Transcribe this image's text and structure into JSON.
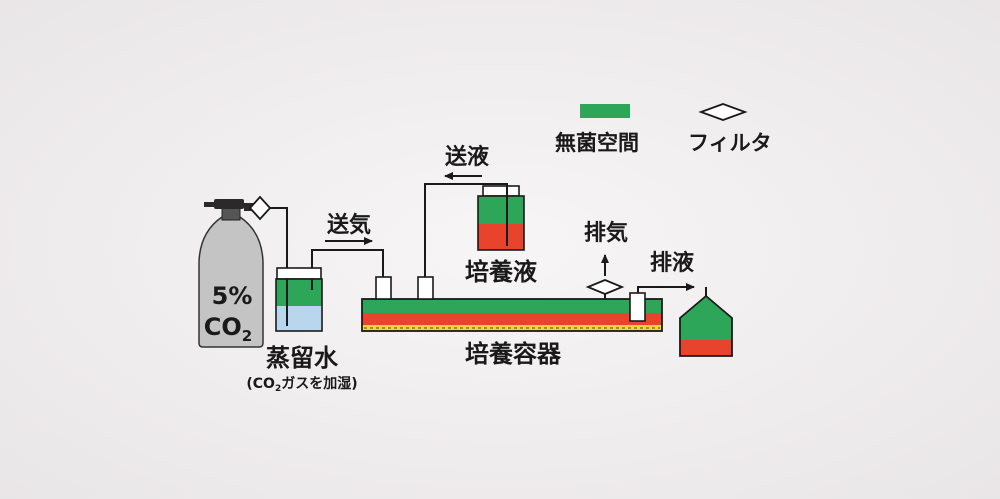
{
  "legend": {
    "sterile_space": "無菌空間",
    "filter": "フィルタ"
  },
  "cylinder": {
    "concentration": "5%",
    "gas": "CO",
    "gas_subscript": "2"
  },
  "labels": {
    "distilled_water": "蒸留水",
    "humidify_prefix": "(CO",
    "humidify_subscript": "2",
    "humidify_suffix": "ガスを加湿)",
    "gas_feed": "送気",
    "liquid_feed": "送液",
    "culture_medium": "培養液",
    "exhaust": "排気",
    "drain": "排液",
    "culture_vessel": "培養容器"
  },
  "colors": {
    "sterile_green": "#2da65a",
    "medium_red": "#e8432d",
    "water_blue": "#b8d6ee",
    "cylinder_gray": "#c4c4c4",
    "vessel_yellow": "#f3d23a"
  }
}
